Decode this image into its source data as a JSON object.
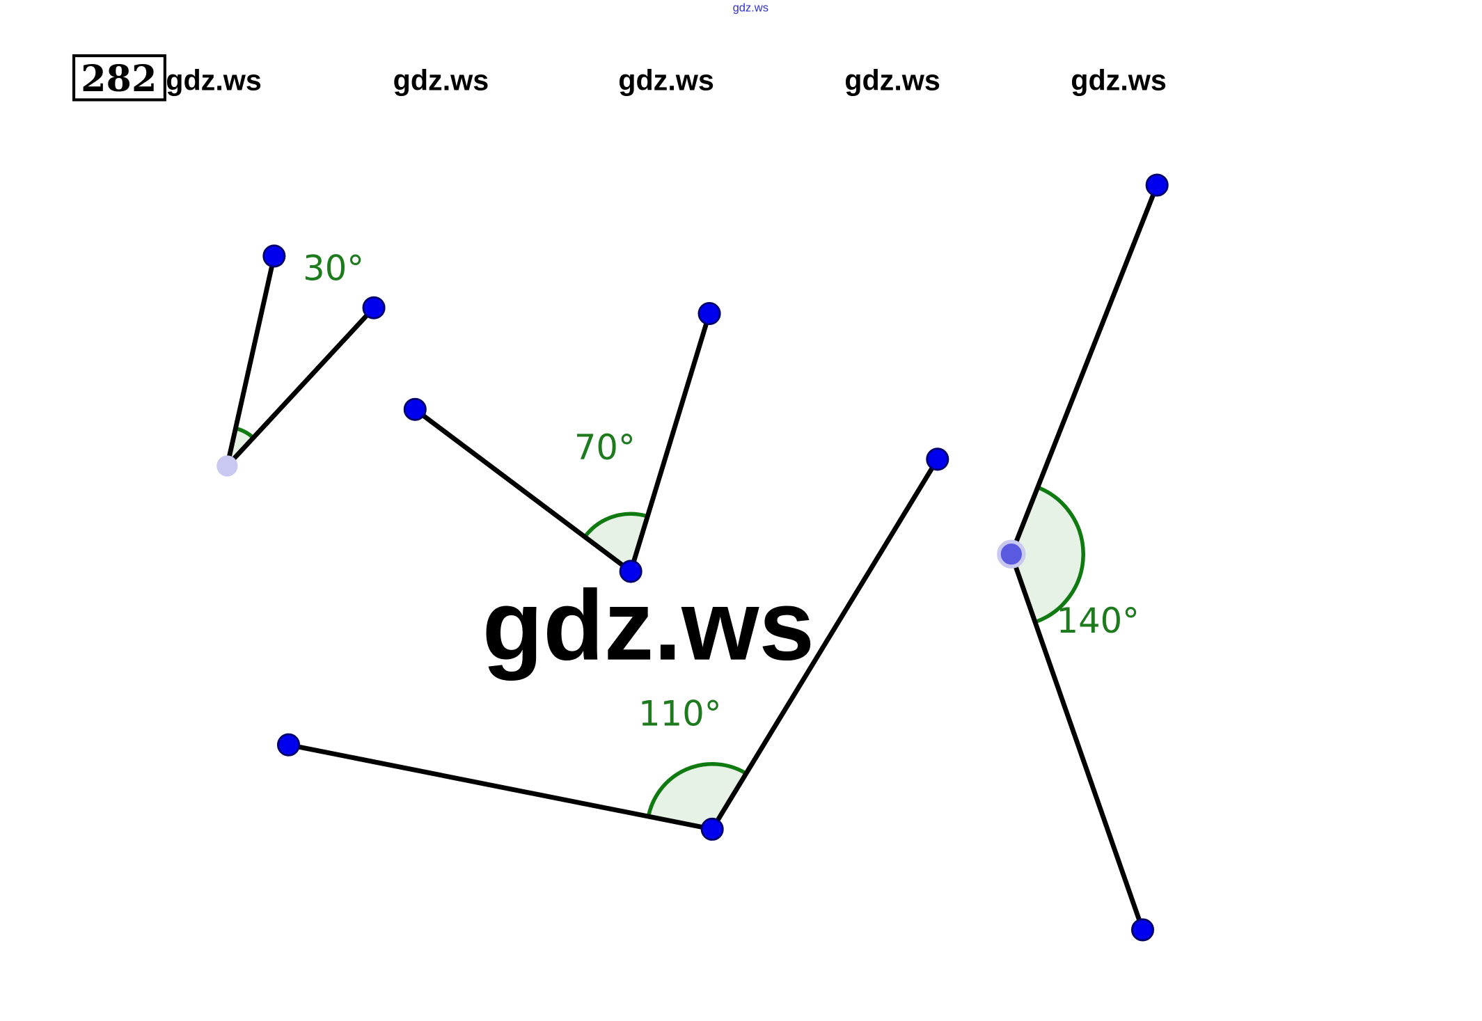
{
  "top_mark": "gdz.ws",
  "header": {
    "problem_number": "282",
    "watermarks": [
      "gdz.ws",
      "gdz.ws",
      "gdz.ws",
      "gdz.ws",
      "gdz.ws"
    ]
  },
  "center_watermark": "gdz.ws",
  "angles": [
    {
      "label": "30°",
      "value": 30
    },
    {
      "label": "70°",
      "value": 70
    },
    {
      "label": "110°",
      "value": 110
    },
    {
      "label": "140°",
      "value": 140
    }
  ],
  "colors": {
    "point": "#0000ee",
    "arc": "#0f7a0f",
    "arc_fill": "#e6f2e6",
    "segment": "#000000",
    "top_mark": "#3333cc"
  }
}
